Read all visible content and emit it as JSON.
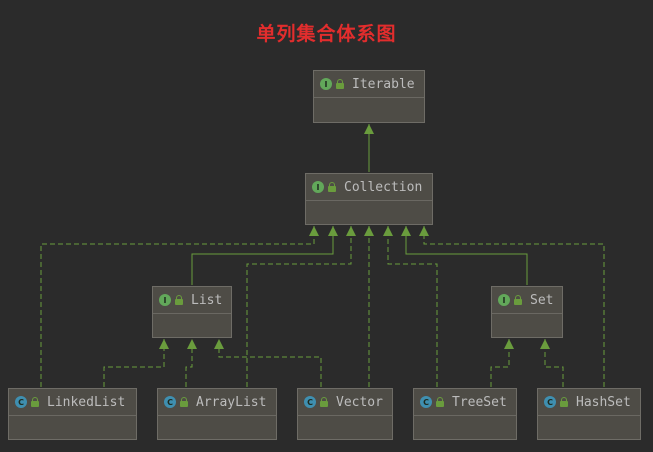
{
  "title": "单列集合体系图",
  "colors": {
    "title": "#e22d2d",
    "interface_badge": "#62a85a",
    "class_badge": "#3f8fb0",
    "edge": "#6a9c3d"
  },
  "nodes": [
    {
      "id": "iterable",
      "label": "Iterable",
      "kind": "interface",
      "badge": "I"
    },
    {
      "id": "collection",
      "label": "Collection",
      "kind": "interface",
      "badge": "I"
    },
    {
      "id": "list",
      "label": "List",
      "kind": "interface",
      "badge": "I"
    },
    {
      "id": "set",
      "label": "Set",
      "kind": "interface",
      "badge": "I"
    },
    {
      "id": "linkedlist",
      "label": "LinkedList",
      "kind": "class",
      "badge": "C"
    },
    {
      "id": "arraylist",
      "label": "ArrayList",
      "kind": "class",
      "badge": "C"
    },
    {
      "id": "vector",
      "label": "Vector",
      "kind": "class",
      "badge": "C"
    },
    {
      "id": "treeset",
      "label": "TreeSet",
      "kind": "class",
      "badge": "C"
    },
    {
      "id": "hashset",
      "label": "HashSet",
      "kind": "class",
      "badge": "C"
    }
  ],
  "edges": [
    {
      "from": "collection",
      "to": "iterable",
      "type": "extends"
    },
    {
      "from": "list",
      "to": "collection",
      "type": "extends"
    },
    {
      "from": "set",
      "to": "collection",
      "type": "extends"
    },
    {
      "from": "linkedlist",
      "to": "collection",
      "type": "implements"
    },
    {
      "from": "arraylist",
      "to": "collection",
      "type": "implements"
    },
    {
      "from": "vector",
      "to": "collection",
      "type": "implements"
    },
    {
      "from": "treeset",
      "to": "collection",
      "type": "implements"
    },
    {
      "from": "hashset",
      "to": "collection",
      "type": "implements"
    },
    {
      "from": "linkedlist",
      "to": "list",
      "type": "implements"
    },
    {
      "from": "arraylist",
      "to": "list",
      "type": "implements"
    },
    {
      "from": "vector",
      "to": "list",
      "type": "implements"
    },
    {
      "from": "treeset",
      "to": "set",
      "type": "implements"
    },
    {
      "from": "hashset",
      "to": "set",
      "type": "implements"
    }
  ]
}
